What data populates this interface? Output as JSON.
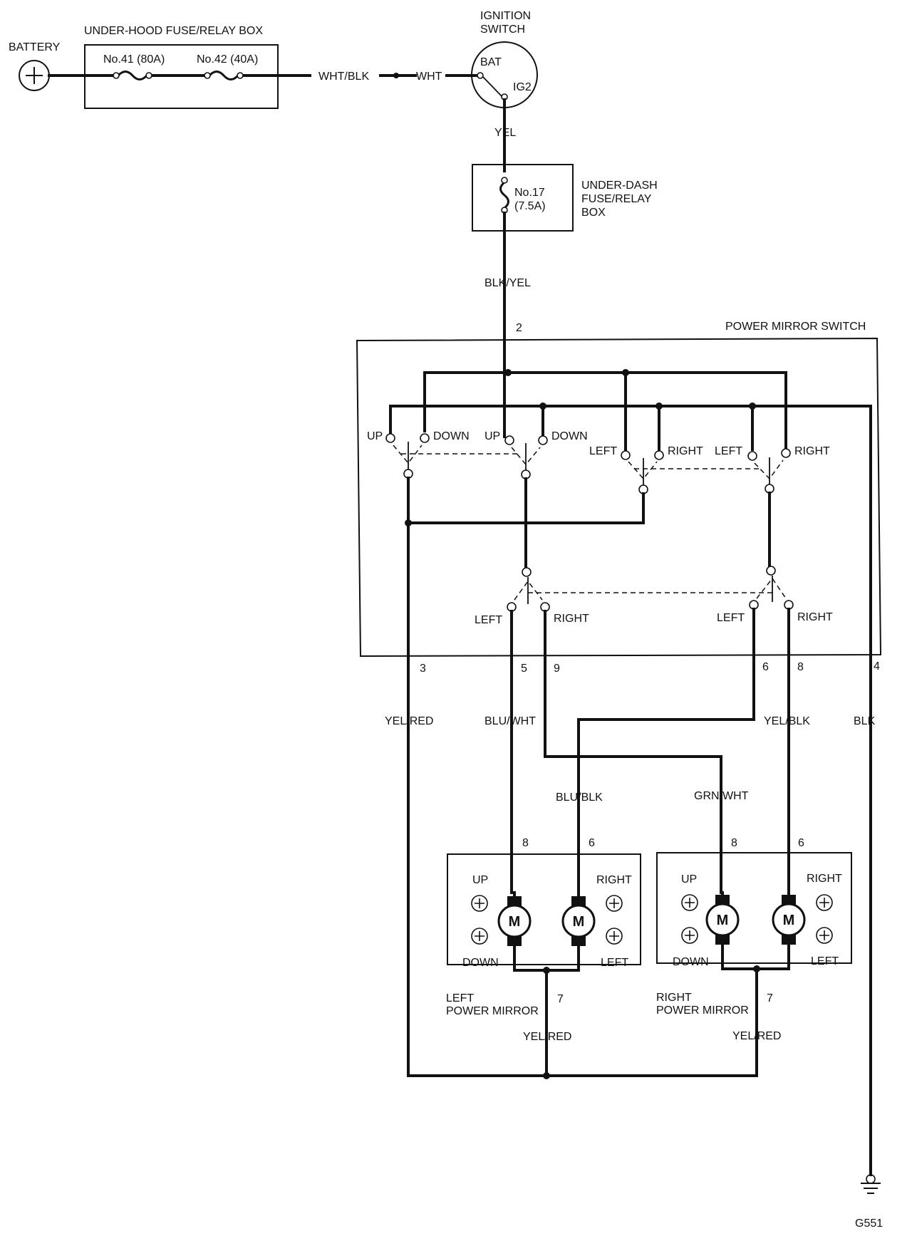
{
  "colors": {
    "ink": "#111111",
    "paper": "#ffffff"
  },
  "battery": {
    "label": "BATTERY"
  },
  "underhood": {
    "title": "UNDER-HOOD FUSE/RELAY BOX",
    "fuse1": "No.41 (80A)",
    "fuse2": "No.42 (40A)"
  },
  "ignition": {
    "title_line1": "IGNITION",
    "title_line2": "SWITCH",
    "bat": "BAT",
    "ig2": "IG2"
  },
  "underdash": {
    "title_line1": "UNDER-DASH",
    "title_line2": "FUSE/RELAY",
    "title_line3": "BOX",
    "fuse_line1": "No.17",
    "fuse_line2": "(7.5A)"
  },
  "wires": {
    "wht_blk": "WHT/BLK",
    "wht": "WHT",
    "yel": "YEL",
    "blk_yel": "BLK/YEL",
    "yel_red_switch": "YEL/RED",
    "blu_wht": "BLU/WHT",
    "yel_blk": "YEL/BLK",
    "blk": "BLK",
    "blu_blk": "BLU/BLK",
    "grn_wht": "GRN/WHT",
    "yel_red_left": "YEL/RED",
    "yel_red_right": "YEL/RED"
  },
  "switch": {
    "title": "POWER MIRROR SWITCH",
    "pin_top": "2",
    "upper": {
      "up1": "UP",
      "down1": "DOWN",
      "up2": "UP",
      "down2": "DOWN",
      "left1": "LEFT",
      "right1": "RIGHT",
      "left2": "LEFT",
      "right2": "RIGHT"
    },
    "lower": {
      "left1": "LEFT",
      "right1": "RIGHT",
      "left2": "LEFT",
      "right2": "RIGHT"
    },
    "pins_bottom": [
      "3",
      "5",
      "9",
      "6",
      "8",
      "4"
    ]
  },
  "left_mirror": {
    "title_line1": "LEFT",
    "title_line2": "POWER MIRROR",
    "up": "UP",
    "down": "DOWN",
    "right": "RIGHT",
    "left": "LEFT",
    "motor": "M",
    "plus": "+",
    "pin_a": "8",
    "pin_b": "6",
    "pin_common": "7"
  },
  "right_mirror": {
    "title_line1": "RIGHT",
    "title_line2": "POWER MIRROR",
    "up": "UP",
    "down": "DOWN",
    "right": "RIGHT",
    "left": "LEFT",
    "motor": "M",
    "plus": "+",
    "pin_a": "8",
    "pin_b": "6",
    "pin_common": "7"
  },
  "ground": {
    "label": "G551"
  }
}
